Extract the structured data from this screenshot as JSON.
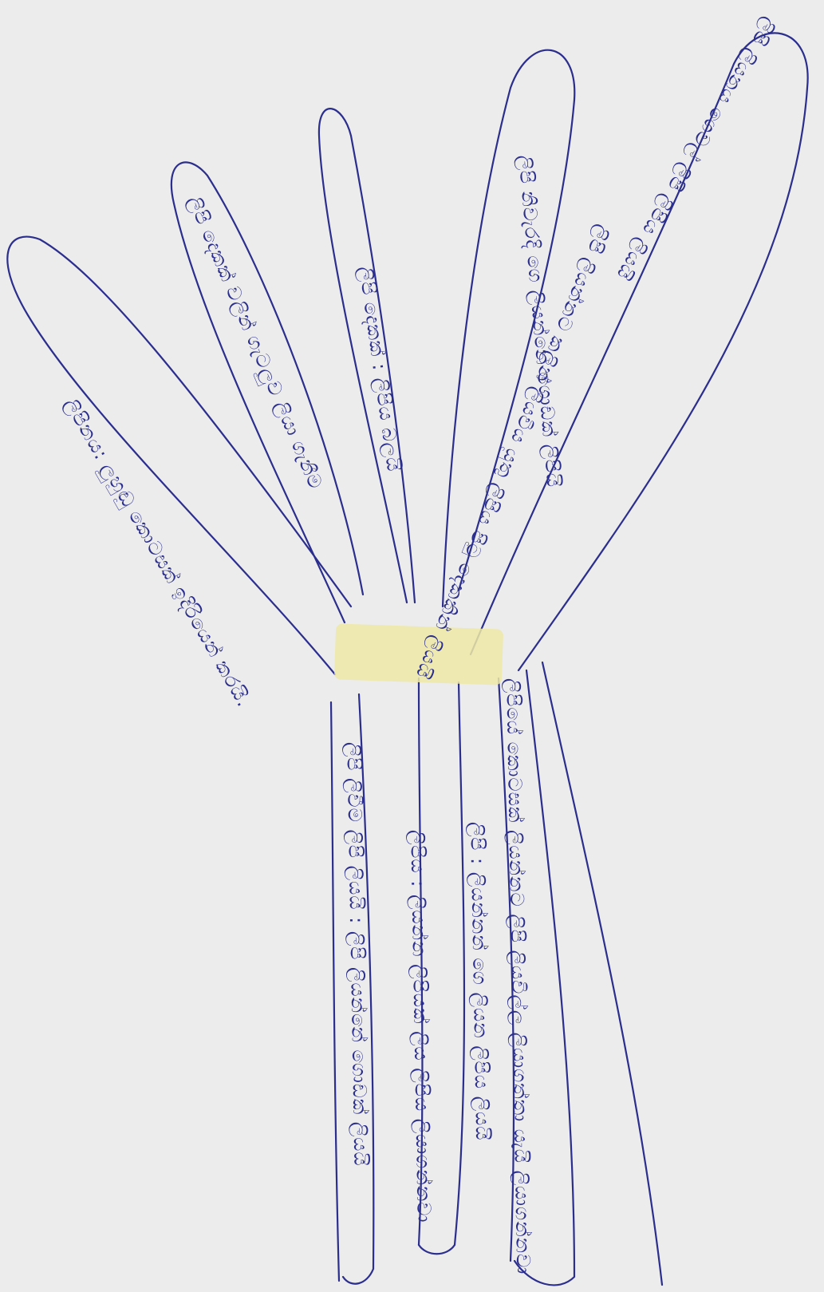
{
  "colors": {
    "paper": "#ececec",
    "ink": "#2b2e8c",
    "tape": "#efe9a6"
  },
  "petals": [
    {
      "id": "petal-1",
      "text": "ලිපිනය: ලුහුඬු කොටසක් ඉදිරියෙන් කරයි."
    },
    {
      "id": "petal-2",
      "text": "ලිපි දෙකක් වලින් ගැටලුව ලියා ගැනීම"
    },
    {
      "id": "petal-3",
      "text": "ලිපි දෙකක් : ලිපිය බලයි"
    },
    {
      "id": "petal-4",
      "text": "ලිපි නිවැරදි ගෙ ලියන්නෙ ගොඩක් ලිපියි"
    },
    {
      "id": "petal-5",
      "text": "ලිපි ලියන්නට කලින් ලියවිය යුතු ලිපිය පිටු දෙකකින් ලියයි"
    },
    {
      "id": "petal-6",
      "text": "ලිපි ලියනය ගෙවල් ලිපි ලිපිය ලියයි"
    }
  ],
  "stems": [
    {
      "id": "stem-1",
      "text": "ලිපියේ කොටසක් ලියන්නට ලිපි ලියවිල්ල ලියාගත්තා යැයි ලියාගන්නවා"
    },
    {
      "id": "stem-2",
      "text": "ලිපි : ලියන්නන් ගෙ ලියන ලිපිය ලියයි"
    },
    {
      "id": "stem-3",
      "text": "ලිපිය : ලියන්න ලිපියක් ලිය ලිපිය ලියාගන්නවා"
    },
    {
      "id": "stem-4",
      "text": "ලිපි ලිවීම ලිපි ලියයි : ලිපි ලියන්නේ ගොඩක් ලියයි"
    }
  ]
}
